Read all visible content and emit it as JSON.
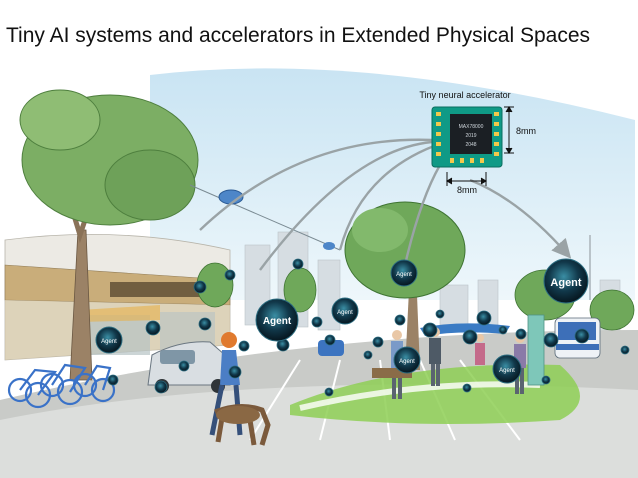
{
  "title": "Tiny AI systems and accelerators in Extended Physical Spaces",
  "chip": {
    "caption": "Tiny neural accelerator",
    "width_label": "8mm",
    "height_label": "8mm",
    "marking": [
      "MAX78000",
      "2019",
      "2048"
    ]
  },
  "agent_label": "Agent",
  "colors": {
    "agent_dark": "#0b2230",
    "agent_glow": "#2f7f95",
    "chip_green": "#0f9a86",
    "chip_black": "#1b1f24",
    "tree_green": "#7cae64",
    "road": "#a2a5a4",
    "grass": "#8ecf55",
    "sky": "#d8ecf6",
    "bikes": "#3a72c8"
  }
}
